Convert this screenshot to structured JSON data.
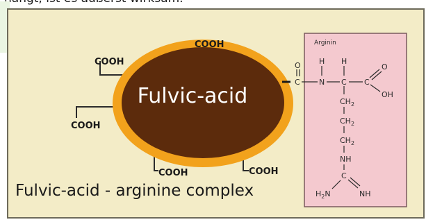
{
  "header_text": "hängt, ist es äußerst wirksam.",
  "diagram": {
    "ellipse_label": "Fulvic-acid",
    "caption": "Fulvic-acid - arginine complex",
    "cooh_label": "COOH",
    "arginine_box": {
      "title": "Arginin",
      "atoms": {
        "o_top": "O",
        "c_left": "C",
        "h1": "H",
        "h2": "H",
        "n": "N",
        "c_alpha": "C",
        "c_carboxyl": "C",
        "o_carboxyl": "O",
        "oh": "OH",
        "ch2_1": "CH",
        "ch2_2": "CH",
        "ch2_3": "CH",
        "sub2": "2",
        "nh": "NH",
        "c_guanidine": "C",
        "h2n": "H",
        "h2n_sub": "2",
        "h2n_n": "N",
        "nh_right": "NH"
      }
    },
    "colors": {
      "ellipse_outer": "#f2a21c",
      "ellipse_inner": "#5c2b0c",
      "panel_bg": "#f3ecc7",
      "arginine_bg": "#f4c9cf"
    }
  }
}
